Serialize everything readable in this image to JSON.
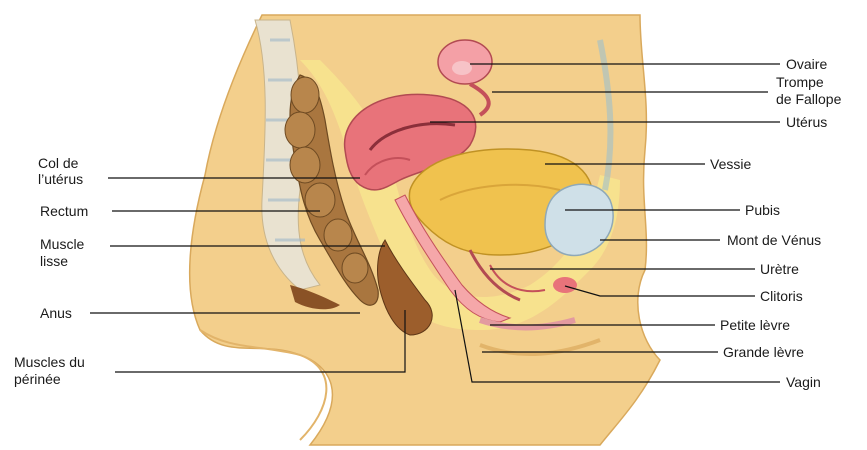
{
  "labels_left": {
    "col_uterus_1": "Col de",
    "col_uterus_2": "l’utérus",
    "rectum": "Rectum",
    "muscle_lisse_1": "Muscle",
    "muscle_lisse_2": "lisse",
    "anus": "Anus",
    "muscles_perinee_1": "Muscles du",
    "muscles_perinee_2": "périnée"
  },
  "labels_right": {
    "ovaire": "Ovaire",
    "trompe_1": "Trompe",
    "trompe_2": "de Fallope",
    "uterus": "Utérus",
    "vessie": "Vessie",
    "pubis": "Pubis",
    "mont_venus": "Mont de Vénus",
    "uretre": "Urètre",
    "clitoris": "Clitoris",
    "petite_levre": "Petite lèvre",
    "grande_levre": "Grande lèvre",
    "vagin": "Vagin"
  },
  "colors": {
    "skin": "#f3cf8c",
    "skin_dark": "#e2b46a",
    "fat": "#f7e58e",
    "uterus": "#e8737a",
    "uterus_dark": "#c4505a",
    "rectum": "#a9763f",
    "bladder": "#f0c24e",
    "bone": "#cfe0e8",
    "vagina": "#f5a7a9",
    "line": "#111111"
  }
}
